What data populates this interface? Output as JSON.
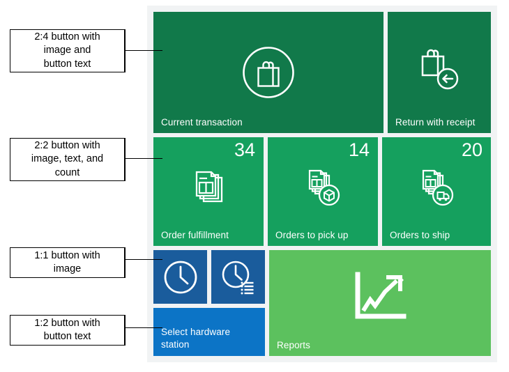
{
  "diagram": {
    "title": "POS button grid layout diagram",
    "annotations": [
      {
        "id": "annotation-2x4",
        "lines": [
          "2:4 button with",
          "image and",
          "button text"
        ]
      },
      {
        "id": "annotation-2x2",
        "lines": [
          "2:2 button with",
          "image, text, and",
          "count"
        ]
      },
      {
        "id": "annotation-1x1",
        "lines": [
          "1:1 button with",
          "image"
        ]
      },
      {
        "id": "annotation-1x2",
        "lines": [
          "1:2 button with",
          "button text"
        ]
      }
    ]
  },
  "colors": {
    "grid_background": "#f1f3f4",
    "tile_dark_green": "#11794a",
    "tile_green": "#15a05e",
    "tile_light_green": "#5cc15e",
    "tile_dark_blue": "#1a5c9c",
    "tile_blue": "#0c74c6",
    "callout_border": "#000000",
    "callout_text": "#000000"
  },
  "tiles": [
    {
      "id": "current-transaction",
      "label": "Current transaction",
      "size": "2:4",
      "icon": "shopping-bag-circle-icon",
      "color": "#11794a",
      "count": ""
    },
    {
      "id": "return-with-receipt",
      "label": "Return with receipt",
      "size": "2:2",
      "icon": "shopping-bag-return-icon",
      "color": "#11794a",
      "count": ""
    },
    {
      "id": "order-fulfillment",
      "label": "Order fulfillment",
      "size": "2:2",
      "icon": "documents-stack-icon",
      "color": "#15a05e",
      "count": "34"
    },
    {
      "id": "orders-to-pick-up",
      "label": "Orders to pick up",
      "size": "2:2",
      "icon": "documents-package-icon",
      "color": "#15a05e",
      "count": "14"
    },
    {
      "id": "orders-to-ship",
      "label": "Orders to ship",
      "size": "2:2",
      "icon": "documents-truck-icon",
      "color": "#15a05e",
      "count": "20"
    },
    {
      "id": "clock-in-out",
      "label": "",
      "size": "1:1",
      "icon": "clock-icon",
      "color": "#1a5c9c",
      "count": ""
    },
    {
      "id": "view-time-clock-entries",
      "label": "",
      "size": "1:1",
      "icon": "clock-list-icon",
      "color": "#1a5c9c",
      "count": ""
    },
    {
      "id": "select-hardware-station",
      "label": "Select hardware station",
      "size": "1:2",
      "icon": "",
      "color": "#0c74c6",
      "count": ""
    },
    {
      "id": "reports",
      "label": "Reports",
      "size": "2:4",
      "icon": "chart-growth-icon",
      "color": "#5cc15e",
      "count": ""
    }
  ]
}
